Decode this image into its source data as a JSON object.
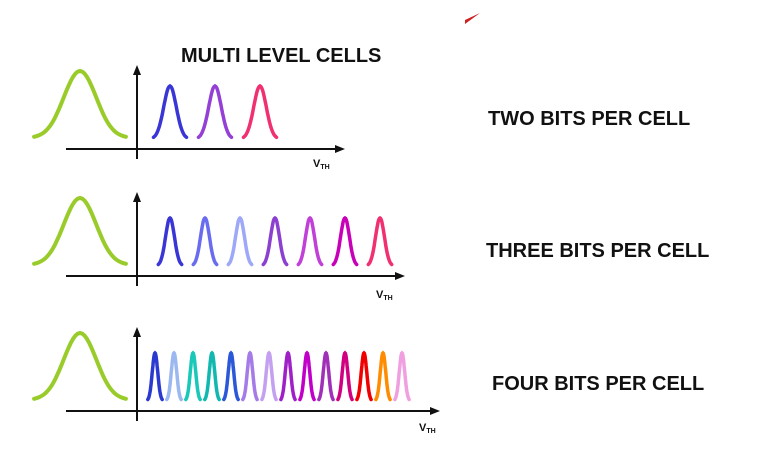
{
  "title": "MULTI LEVEL CELLS",
  "axis_label_main": "V",
  "axis_label_sub": "TH",
  "rows": [
    {
      "label": "TWO BITS PER CELL",
      "colors": [
        "#3a36d6",
        "#9440d6",
        "#f03070"
      ]
    },
    {
      "label": "THREE BITS PER CELL",
      "colors": [
        "#3a36d6",
        "#6a6cf0",
        "#9ea8f8",
        "#8b40d0",
        "#c040d8",
        "#c800b8",
        "#f03070"
      ]
    },
    {
      "label": "FOUR BITS PER CELL",
      "colors": [
        "#2a3ad0",
        "#9cb8f0",
        "#19c8b8",
        "#10b8b0",
        "#2a58d8",
        "#a47be8",
        "#c4a0f0",
        "#a020c8",
        "#c000c8",
        "#a030b8",
        "#d00080",
        "#f00000",
        "#ff8c00",
        "#f0a0e0"
      ]
    }
  ],
  "colors": {
    "erased_curve": "#99cc2a",
    "axis": "#111111",
    "corner_mark": "#d02020"
  }
}
